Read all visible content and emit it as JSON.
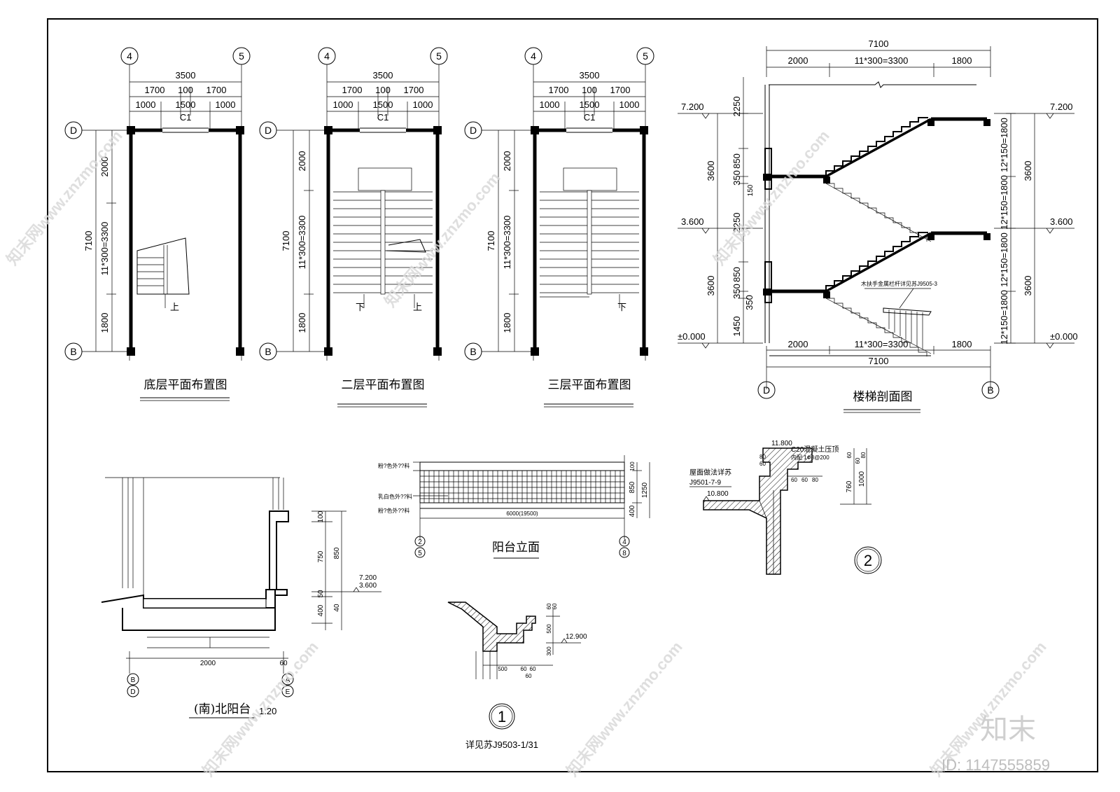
{
  "plans": {
    "ground": {
      "title": "底层平面布置图",
      "axis_top_left": "4",
      "axis_top_right": "5",
      "axis_d": "D",
      "axis_b": "B",
      "dim_total": "3500",
      "dim_row1": [
        "1700",
        "100",
        "1700"
      ],
      "dim_row2": [
        "1000",
        "1500",
        "1000"
      ],
      "window": "C1",
      "dim_v_total": "7100",
      "dim_v": [
        "2000",
        "11*300=3300",
        "1800"
      ],
      "mark_up": "上"
    },
    "second": {
      "title": "二层平面布置图",
      "axis_top_left": "4",
      "axis_top_right": "5",
      "axis_d": "D",
      "axis_b": "B",
      "dim_total": "3500",
      "dim_row1": [
        "1700",
        "100",
        "1700"
      ],
      "dim_row2": [
        "1000",
        "1500",
        "1000"
      ],
      "window": "C1",
      "dim_v_total": "7100",
      "dim_v": [
        "2000",
        "11*300=3300",
        "1800"
      ],
      "mark_down": "下",
      "mark_up": "上"
    },
    "third": {
      "title": "三层平面布置图",
      "axis_top_left": "4",
      "axis_top_right": "5",
      "axis_d": "D",
      "axis_b": "B",
      "dim_total": "3500",
      "dim_row1": [
        "1700",
        "100",
        "1700"
      ],
      "dim_row2": [
        "1000",
        "1500",
        "1000"
      ],
      "window": "C1",
      "dim_v_total": "7100",
      "dim_v": [
        "2000",
        "11*300=3300",
        "1800"
      ],
      "mark_down": "下"
    }
  },
  "section": {
    "title": "楼梯剖面图",
    "top_total": "7100",
    "top_row": [
      "2000",
      "11*300=3300",
      "1800"
    ],
    "bottom_row": [
      "2000",
      "11*300=3300",
      "1800"
    ],
    "bottom_total": "7100",
    "axis_d": "D",
    "axis_b": "B",
    "elev_left": [
      "7.200",
      "3.600",
      "±0.000"
    ],
    "elev_right": [
      "7.200",
      "3.600",
      "±0.000"
    ],
    "left_outer": [
      "3600",
      "3600"
    ],
    "left_inner": [
      "2250",
      "350",
      "850",
      "150",
      "2250",
      "350",
      "850",
      "350",
      "1450"
    ],
    "right_inner": [
      "12*150=1800",
      "12*150=1800",
      "12*150=1800",
      "12*150=1800"
    ],
    "right_outer": [
      "3600",
      "3600"
    ],
    "railing_note": "木扶手金属栏杆详见苏J9505-3"
  },
  "balcony_section": {
    "title": "(南)北阳台",
    "scale": "1:20",
    "dim_width": "2000",
    "dim_side": "60",
    "dims_v": [
      "100",
      "750",
      "850",
      "50",
      "400",
      "40"
    ],
    "elev": [
      "7.200",
      "3.600"
    ],
    "axis_left": [
      "B",
      "D"
    ],
    "axis_right": [
      "A",
      "E"
    ]
  },
  "balcony_elevation": {
    "title": "阳台立面",
    "labels": [
      "粉?色外??料",
      "乳白色外??料",
      "粉?色外??料"
    ],
    "dim_len": "6000(19500)",
    "dims_v": [
      "100",
      "850",
      "400",
      "1250"
    ],
    "axis_left": [
      "2",
      "5"
    ],
    "axis_right": [
      "4",
      "8"
    ]
  },
  "detail1": {
    "number": "1",
    "note": "详见苏J9503-1/31",
    "dims_h": [
      "500",
      "60",
      "60",
      "60"
    ],
    "dims_v": [
      "500",
      "300",
      "60",
      "60"
    ],
    "elev": "12.900"
  },
  "detail2": {
    "number": "2",
    "elev_top": "11.800",
    "elev_slab": "10.800",
    "note_top": "C20混凝土压顶",
    "note_rebar": "内配 1Ф8@200",
    "note_roof": "屋面做法详苏",
    "note_roof_ref": "J9501-7-9",
    "dims_small": [
      "80",
      "60",
      "60",
      "60",
      "80"
    ],
    "dims_right": [
      "60",
      "60",
      "80",
      "760",
      "1000"
    ]
  },
  "watermarks": {
    "repeated": "知末网www.znzmo.com",
    "logo": "知末",
    "id": "ID: 1147555859"
  }
}
